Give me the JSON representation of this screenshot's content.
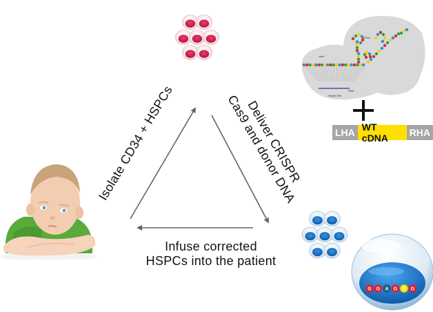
{
  "steps": {
    "isolate": "Isolate CD34 + HSPCs",
    "deliver_line1": "Deliver CRISPR",
    "deliver_line2": "Cas9 and donor DNA",
    "infuse_line1": "Infuse corrected",
    "infuse_line2": "HSPCs into the patient"
  },
  "crispr_complex": {
    "cas9_label": "cas9",
    "sgrna_label": "sgRNA",
    "target_label": "Target Site",
    "pam_label": "PAM",
    "five_prime": "5'",
    "three_prime": "3'"
  },
  "plus_sign": "+",
  "donor_template": {
    "segments": [
      {
        "label": "LHA",
        "type": "arm"
      },
      {
        "label": "WT cDNA",
        "type": "cdna"
      },
      {
        "label": "RHA",
        "type": "arm"
      }
    ]
  },
  "corrected_sequence": {
    "bases": [
      "G",
      "G",
      "A",
      "G",
      "C",
      "G"
    ],
    "colors": [
      "#e0202e",
      "#e0202e",
      "#1a5f8c",
      "#e0202e",
      "#f5e000",
      "#e0202e"
    ]
  },
  "colors": {
    "arrow": "#5b6673",
    "red_cell": "#d0164a",
    "blue_cell": "#1873c4",
    "cas9_gray": "#d9d9d9"
  }
}
